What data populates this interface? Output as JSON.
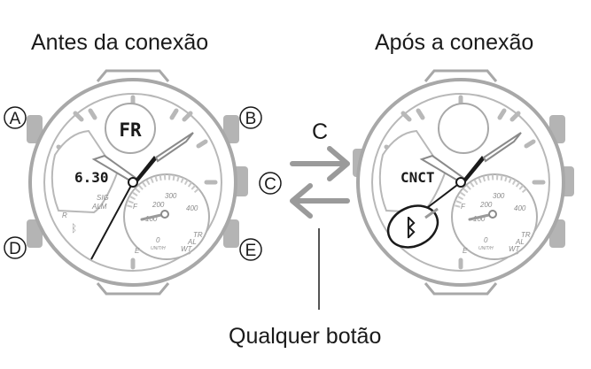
{
  "captions": {
    "before": "Antes da conexão",
    "after": "Após a conexão",
    "any_button": "Qualquer botão",
    "switch_label": "C"
  },
  "buttons": {
    "a": "A",
    "b": "B",
    "c": "C",
    "d": "D",
    "e": "E"
  },
  "watch_before": {
    "top_display": "FR",
    "left_display": "6.30",
    "sig": "SIG",
    "alm": "ALM",
    "r": "R",
    "bluetooth": "ᛒ",
    "scale": [
      "300",
      "200",
      "400",
      "100",
      "0",
      "UNIT/H"
    ],
    "sub_labels": [
      "F",
      "E",
      "TR",
      "AL",
      "WT"
    ]
  },
  "watch_after": {
    "left_display": "CNCT",
    "bluetooth": "ᛒ",
    "scale": [
      "300",
      "200",
      "400",
      "100",
      "0",
      "UNIT/H"
    ],
    "sub_labels": [
      "F",
      "E",
      "TR",
      "AL",
      "WT"
    ]
  },
  "colors": {
    "outline": "#a8a8a8",
    "ink": "#1a1a1a",
    "arrow": "#9a9a9a"
  }
}
